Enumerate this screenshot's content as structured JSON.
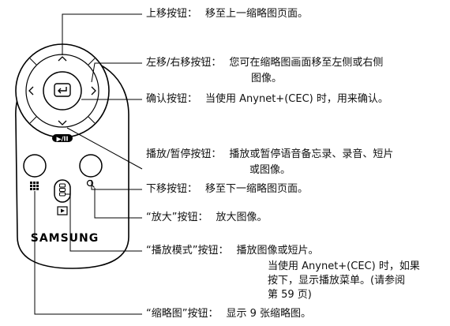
{
  "remote": {
    "brand": "SAMSUNG",
    "play_pause_badge": "▶/II"
  },
  "callouts": [
    {
      "id": "up",
      "name": "上移按钮：",
      "desc": "移至上一缩略图页面。",
      "cont": []
    },
    {
      "id": "leftright",
      "name": "左移/右移按钮：",
      "desc": "您可在缩略图画面移至左侧或右侧",
      "cont": [
        "图像。"
      ]
    },
    {
      "id": "ok",
      "name": "确认按钮：",
      "desc": "当使用 Anynet+(CEC) 时，用来确认。",
      "cont": []
    },
    {
      "id": "playpause",
      "name": "播放/暂停按钮：",
      "desc": "播放或暂停语音备忘录、录音、短片",
      "cont": [
        "或图像。"
      ]
    },
    {
      "id": "down",
      "name": "下移按钮：",
      "desc": "移至下一缩略图页面。",
      "cont": []
    },
    {
      "id": "zoom",
      "name": "“放大”按钮：",
      "desc": "放大图像。",
      "cont": []
    },
    {
      "id": "playmode",
      "name": "“播放模式”按钮：",
      "desc": "播放图像或短片。",
      "cont": [
        "当使用 Anynet+(CEC) 时，如果",
        "按下，显示播放菜单。(请参阅",
        "第 59 页)"
      ]
    },
    {
      "id": "thumbnail",
      "name": "“缩略图”按钮：",
      "desc": "显示 9 张缩略图。",
      "cont": []
    }
  ]
}
